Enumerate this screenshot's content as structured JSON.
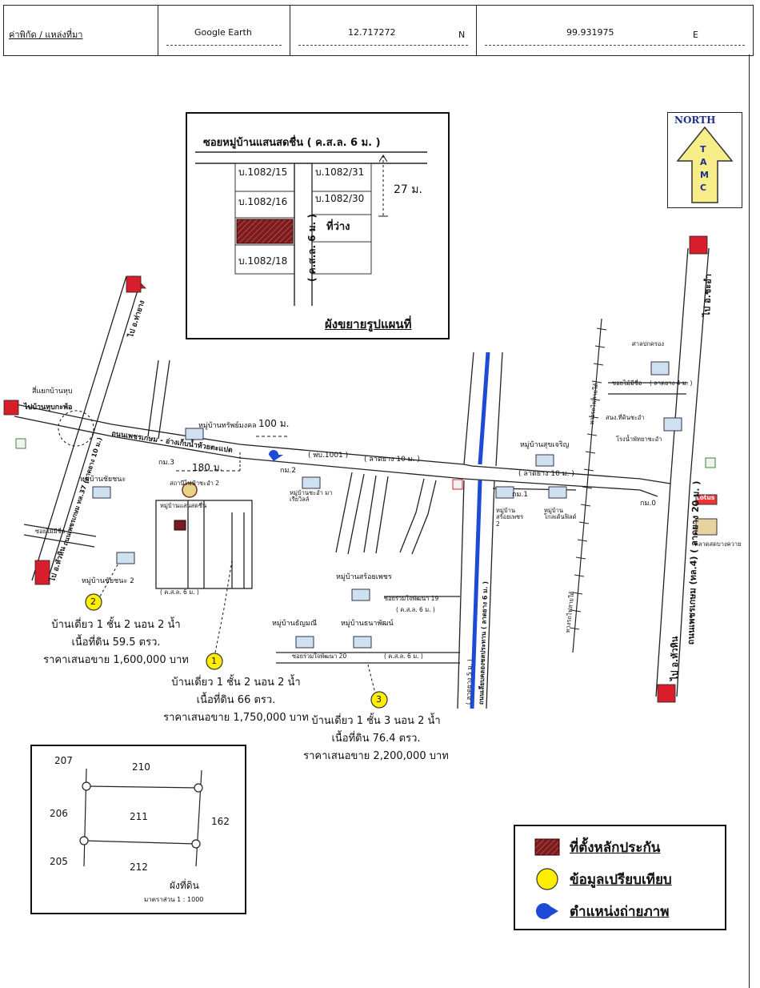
{
  "header": {
    "coord_label": "ค่าพิกัด / แหล่งที่มา",
    "source": "Google Earth",
    "lat": "12.717272",
    "lat_dir": "N",
    "lon": "99.931975",
    "lon_dir": "E"
  },
  "north_arrow": {
    "word": "NORTH",
    "letters": [
      "T",
      "A",
      "M",
      "C"
    ]
  },
  "inset": {
    "road": "ซอยหมู่บ้านแสนสดชื่น ( ค.ส.ล. 6 ม. )",
    "lots_left": [
      "บ.1082/15",
      "บ.1082/16",
      "",
      "บ.1082/18"
    ],
    "lots_right": [
      "บ.1082/31",
      "บ.1082/30",
      "ที่ว่าง",
      ""
    ],
    "side_road": "( ค.ส.ล. 6 ม. )",
    "distance": "27 ม.",
    "title": "ผังขยายรูปแผนที่"
  },
  "map_labels": {
    "to_phetkasem_left": "ไปบ้านหุบกะพ้อ",
    "intersection": "สี่แยกบ้านหุบ",
    "road_main": "ถนนเพชรเกษม - อ่างเก็บน้ำห้วยตะแปด",
    "road_1001": "( พบ.1001 )",
    "asphalt_10": "( ลาดยาง 10 ม. )",
    "dist_100": "100 ม.",
    "dist_180": "180 ม.",
    "km3": "กม.3",
    "km2": "กม.2",
    "km1": "กม.1",
    "km0": "กม.0",
    "power_station": "สถานีไฟฟ้าชะอำ 2",
    "village_sap": "หมู่บ้านทรัพย์มงคล",
    "village_chaichana": "หมู่บ้านชัยชนะ",
    "village_chaichana2": "หมู่บ้านชัยชนะ 2",
    "village_saensod": "หมู่บ้านแสนสดชื่น",
    "village_marisa": "หมู่บ้านชะอำ มาเรียวิลล์",
    "village_sukcharoen": "หมู่บ้านสุขเจริญ",
    "village_soipetch2": "หมู่บ้านสร้อยเพชร 2",
    "village_golden": "หมู่บ้านโกลเด้นฟิลด์",
    "village_soipetch": "หมู่บ้านสร้อยเพชร",
    "village_thanyamanee": "หมู่บ้านธัญมณี",
    "village_thanaphon": "หมู่บ้านธนาพัฒน์",
    "soi_jaipattana19": "ซอยร่วมใจพัฒนา 19",
    "soi_jaipattana20": "ซอยร่วมใจพัฒนา 20",
    "cls6": "( ค.ส.ล. 6 ม. )",
    "asphalt_4": "( ลาดยาง 4 ม. )",
    "soi_mai": "ซอยไม้มีชื่อ",
    "town_hall": "ศาลปกครอง",
    "land_office": "สนง.ที่ดินชะอำ",
    "hospital": "โรงน้ำพัทยาชะอำ",
    "railway": "ทางรถไฟสายใต้",
    "market": "ตลาดสดบางควาย",
    "lotus": "Lotus",
    "to_chaam": "ไป อ.ชะอำ",
    "to_huahin": "ไป อ.หัวหิน",
    "to_huahin2": "ไป อ.หัวหิน",
    "to_sabuk": "ไป อ.ท่ายาง",
    "phetkasem_right": "ถนนเพชรเกษม (ทล.4) ( ลาดยาง 20 ม. )",
    "phetkasem_left": "ถนนเพชรเกษม ทล.37 (ลาดยาง 10 ม.)",
    "canal_road": "ถนนเลียบคลองชลประทาน ( ลาดยาง 6 ม. )",
    "soi_road_5": "( ลาดยาง 5 ม. )"
  },
  "comparisons": [
    {
      "num": "1",
      "line1": "บ้านเดี่ยว 1 ชั้น 2 นอน 2 น้ำ",
      "line2": "เนื้อที่ดิน 66 ตรว.",
      "line3": "ราคาเสนอขาย 1,750,000 บาท"
    },
    {
      "num": "2",
      "line1": "บ้านเดี่ยว 1 ชั้น 2 นอน 2 น้ำ",
      "line2": "เนื้อที่ดิน 59.5 ตรว.",
      "line3": "ราคาเสนอขาย 1,600,000 บาท"
    },
    {
      "num": "3",
      "line1": "บ้านเดี่ยว 1 ชั้น 3 นอน 2 น้ำ",
      "line2": "เนื้อที่ดิน 76.4 ตรว.",
      "line3": "ราคาเสนอขาย 2,200,000 บาท"
    }
  ],
  "plot": {
    "labels": [
      "207",
      "210",
      "206",
      "211",
      "162",
      "205",
      "212"
    ],
    "title": "ผังที่ดิน",
    "scale": "มาตราส่วน 1 : 1000"
  },
  "legend": {
    "items": [
      "ที่ตั้งหลักประกัน",
      "ข้อมูลเปรียบเทียบ",
      "ตำแหน่งถ่ายภาพ"
    ]
  },
  "colors": {
    "collateral": "#7a1c1c",
    "comparison": "#ffee00",
    "camera": "#1e4bd6",
    "arrow_red": "#d81e2c",
    "north_fill": "#f7ee8a"
  }
}
